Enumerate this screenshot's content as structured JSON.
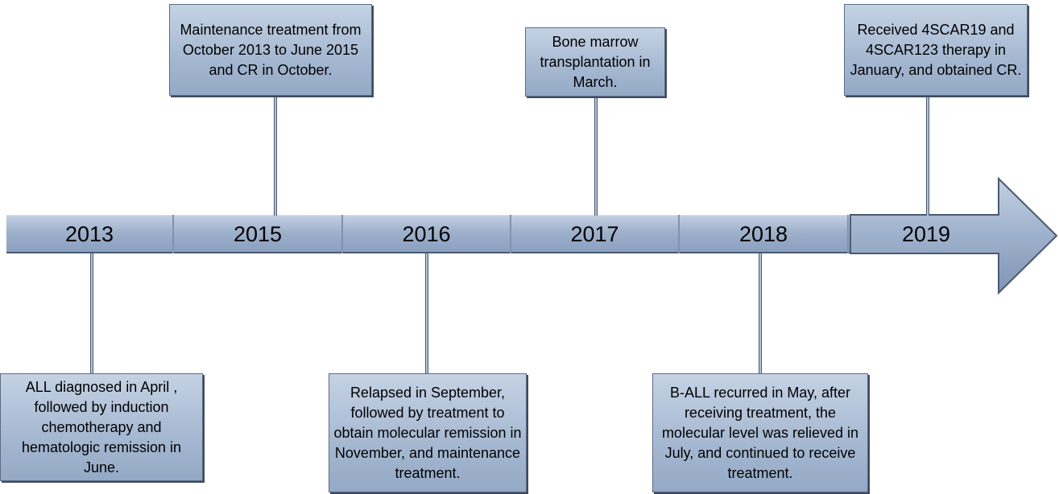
{
  "timeline": {
    "years": [
      "2013",
      "2015",
      "2016",
      "2017",
      "2018",
      "2019"
    ]
  },
  "events": [
    {
      "year": "2013",
      "text": "ALL diagnosed in April , followed by induction chemotherapy and hematologic remission in June."
    },
    {
      "year": "2015",
      "text": "Maintenance treatment from October 2013 to June 2015 and CR in October."
    },
    {
      "year": "2016",
      "text": "Relapsed in September, followed by treatment to obtain molecular remission in November, and maintenance treatment."
    },
    {
      "year": "2017",
      "text": "Bone marrow transplantation in March."
    },
    {
      "year": "2018",
      "text": "B-ALL recurred in May, after receiving treatment, the molecular level was relieved in July, and continued to receive treatment."
    },
    {
      "year": "2019",
      "text": "Received 4SCAR19 and 4SCAR123 therapy in January, and obtained CR."
    }
  ],
  "colors": {
    "bar": "#9eb1cc",
    "box": "#a5b8d1",
    "border": "#5b6c86"
  }
}
